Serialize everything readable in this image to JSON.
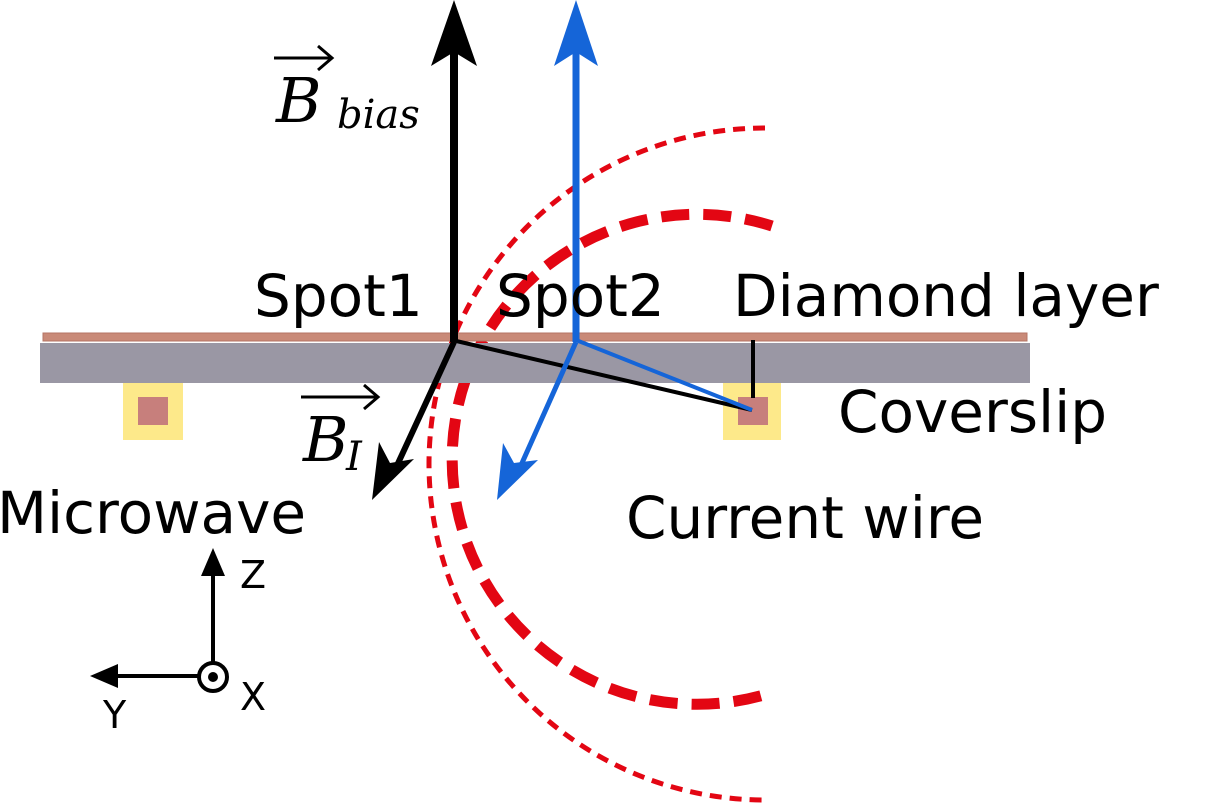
{
  "labels": {
    "spot1": "Spot1",
    "spot2": "Spot2",
    "diamond_layer": "Diamond layer",
    "coverslip": "Coverslip",
    "microwave": "Microwave",
    "current_wire": "Current wire"
  },
  "vectors": {
    "b_bias_symbol": "B",
    "b_bias_subscript": "bias",
    "b_i_symbol": "B",
    "b_i_subscript": "I"
  },
  "axes": {
    "z": "Z",
    "y": "Y",
    "x": "X"
  },
  "colors": {
    "coverslip": "#9a97a4",
    "diamond_layer": "#c98a78",
    "wire_glow": "#fde98a",
    "wire_core": "#c77f7c",
    "field_lines": "#e30613",
    "spot2_vectors": "#1565d8",
    "spot1_vectors": "#000000"
  }
}
